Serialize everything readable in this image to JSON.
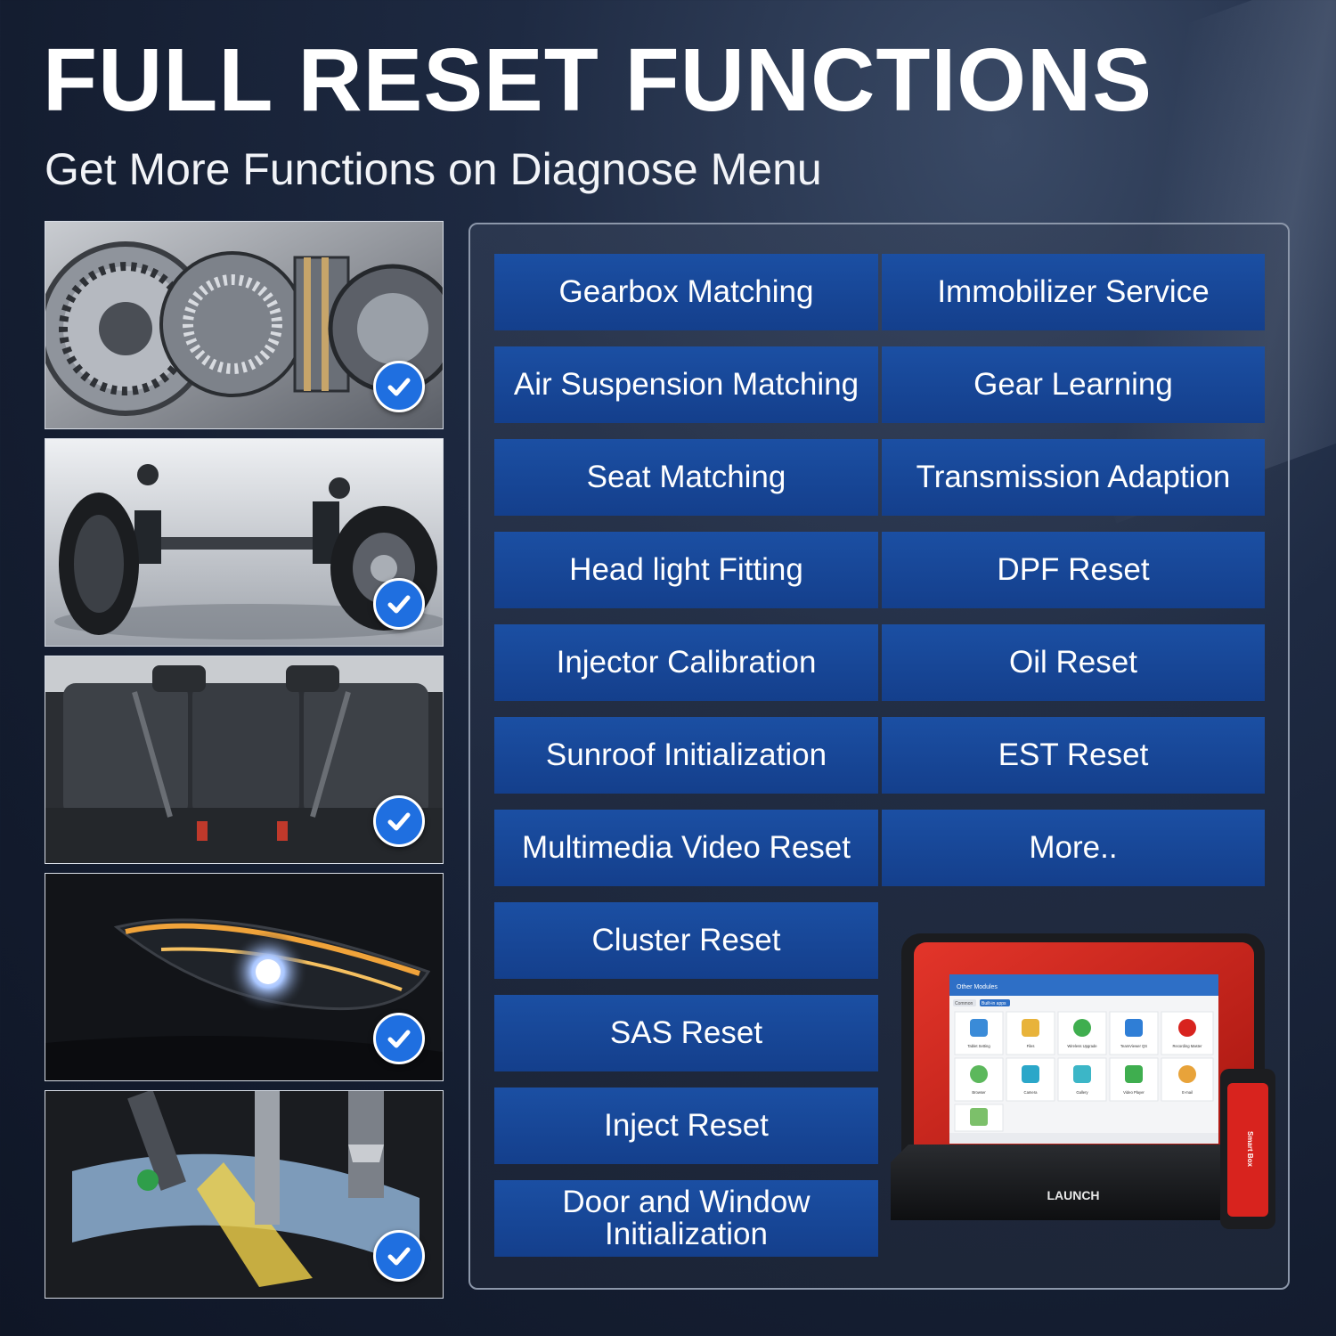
{
  "header": {
    "title": "FULL RESET FUNCTIONS",
    "subtitle": "Get More Functions on Diagnose Menu"
  },
  "photos": [
    {
      "name": "gearbox-photo",
      "check": "checkmark-icon"
    },
    {
      "name": "suspension-photo",
      "check": "checkmark-icon"
    },
    {
      "name": "car-seat-photo",
      "check": "checkmark-icon"
    },
    {
      "name": "headlight-photo",
      "check": "checkmark-icon"
    },
    {
      "name": "injector-photo",
      "check": "checkmark-icon"
    }
  ],
  "functions": {
    "left": [
      "Gearbox Matching",
      "Air Suspension Matching",
      "Seat Matching",
      "Head light Fitting",
      "Injector Calibration",
      "Sunroof Initialization",
      "Multimedia Video Reset",
      "Cluster Reset",
      "SAS Reset",
      "Inject Reset",
      "Door and Window Initialization"
    ],
    "right": [
      "Immobilizer Service",
      "Gear Learning",
      "Transmission Adaption",
      "DPF Reset",
      "Oil Reset",
      "EST Reset",
      "More.."
    ]
  },
  "device": {
    "brand": "LAUNCH",
    "screen_title": "Other Modules",
    "tabs": [
      "Common",
      "Built-in apps"
    ],
    "apps": [
      "Tablet Setting",
      "Files",
      "Wireless Upgrade",
      "TeamViewer QS",
      "Recording Master",
      "Browser",
      "Camera",
      "Gallery",
      "Video Player",
      "E-mail"
    ],
    "dongle_label": "Smart Box"
  },
  "colors": {
    "cell_blue": "#1b4fa3",
    "check_blue": "#1f6fe0",
    "device_red": "#d8231e"
  }
}
